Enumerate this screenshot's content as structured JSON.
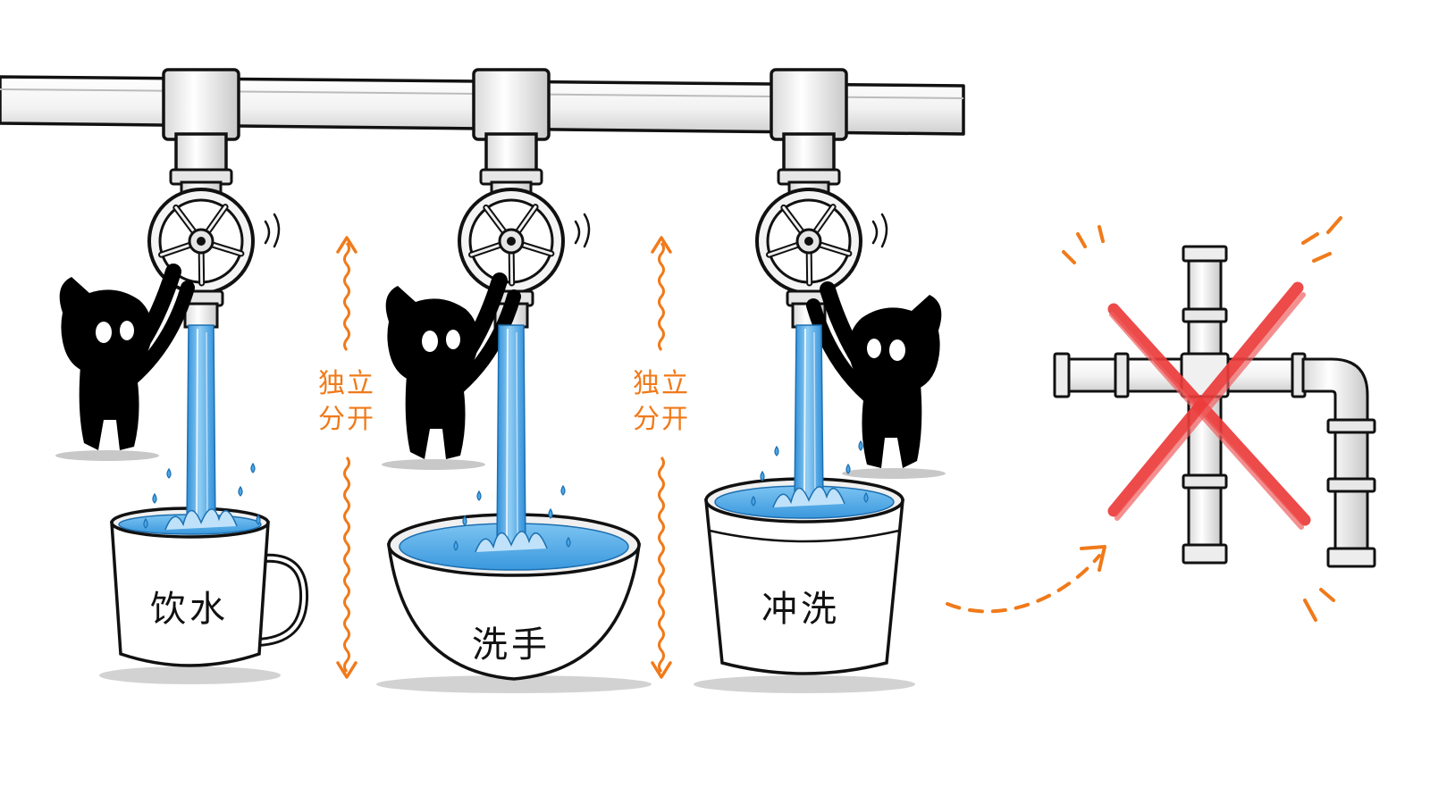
{
  "colors": {
    "ink": "#111111",
    "water": "#4aa8e8",
    "water_light": "#bfe2fa",
    "accent": "#f07a1a",
    "cross": "#ec3b3b",
    "silhouette": "#000000"
  },
  "separators": [
    {
      "line1": "独立",
      "line2": "分开"
    },
    {
      "line1": "独立",
      "line2": "分开"
    }
  ],
  "stations": [
    {
      "container": "cup",
      "label": "饮水"
    },
    {
      "container": "basin",
      "label": "洗手"
    },
    {
      "container": "bucket",
      "label": "冲洗"
    }
  ],
  "icons": {
    "pipe": "water-main-pipe-icon",
    "valve": "valve-wheel-icon",
    "figure": "silhouette-figure-icon",
    "cross": "red-cross-icon",
    "arrow": "dashed-curved-arrow-icon",
    "rejected": "interconnected-pipes-icon"
  }
}
